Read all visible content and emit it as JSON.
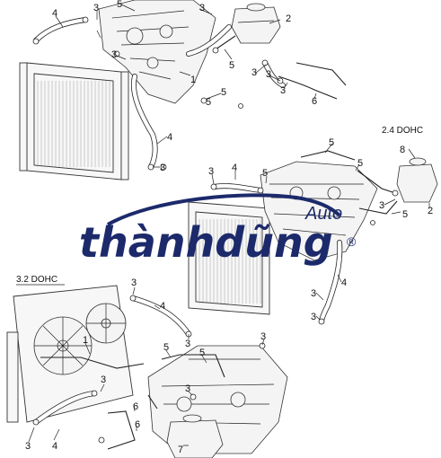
{
  "sections": {
    "top": {
      "callouts": [
        {
          "text": "3"
        },
        {
          "text": "4"
        },
        {
          "text": "5"
        },
        {
          "text": "3"
        },
        {
          "text": "2"
        },
        {
          "text": "5"
        },
        {
          "text": "1"
        },
        {
          "text": "3"
        },
        {
          "text": "5"
        },
        {
          "text": "3"
        },
        {
          "text": "3"
        },
        {
          "text": "3"
        },
        {
          "text": "6"
        },
        {
          "text": "5"
        },
        {
          "text": "4"
        },
        {
          "text": "3"
        }
      ]
    },
    "dohc24": {
      "label": "2.4 DOHC",
      "callouts": [
        {
          "text": "5"
        },
        {
          "text": "8"
        },
        {
          "text": "5"
        },
        {
          "text": "3"
        },
        {
          "text": "4"
        },
        {
          "text": "5"
        },
        {
          "text": "5"
        },
        {
          "text": "2"
        },
        {
          "text": "3"
        },
        {
          "text": "4"
        },
        {
          "text": "3"
        },
        {
          "text": "3"
        }
      ]
    },
    "dohc32": {
      "label": "3.2 DOHC",
      "callouts": [
        {
          "text": "3"
        },
        {
          "text": "4"
        },
        {
          "text": "3"
        },
        {
          "text": "1"
        },
        {
          "text": "5"
        },
        {
          "text": "5"
        },
        {
          "text": "3"
        },
        {
          "text": "3"
        },
        {
          "text": "6"
        },
        {
          "text": "3"
        },
        {
          "text": "6"
        },
        {
          "text": "3"
        },
        {
          "text": "4"
        },
        {
          "text": "7"
        }
      ]
    }
  },
  "watermark": {
    "name": "thànhdũng",
    "sub": "Auto",
    "mark": "®",
    "color": "#1c2a6b",
    "accent": "#c0282d"
  }
}
